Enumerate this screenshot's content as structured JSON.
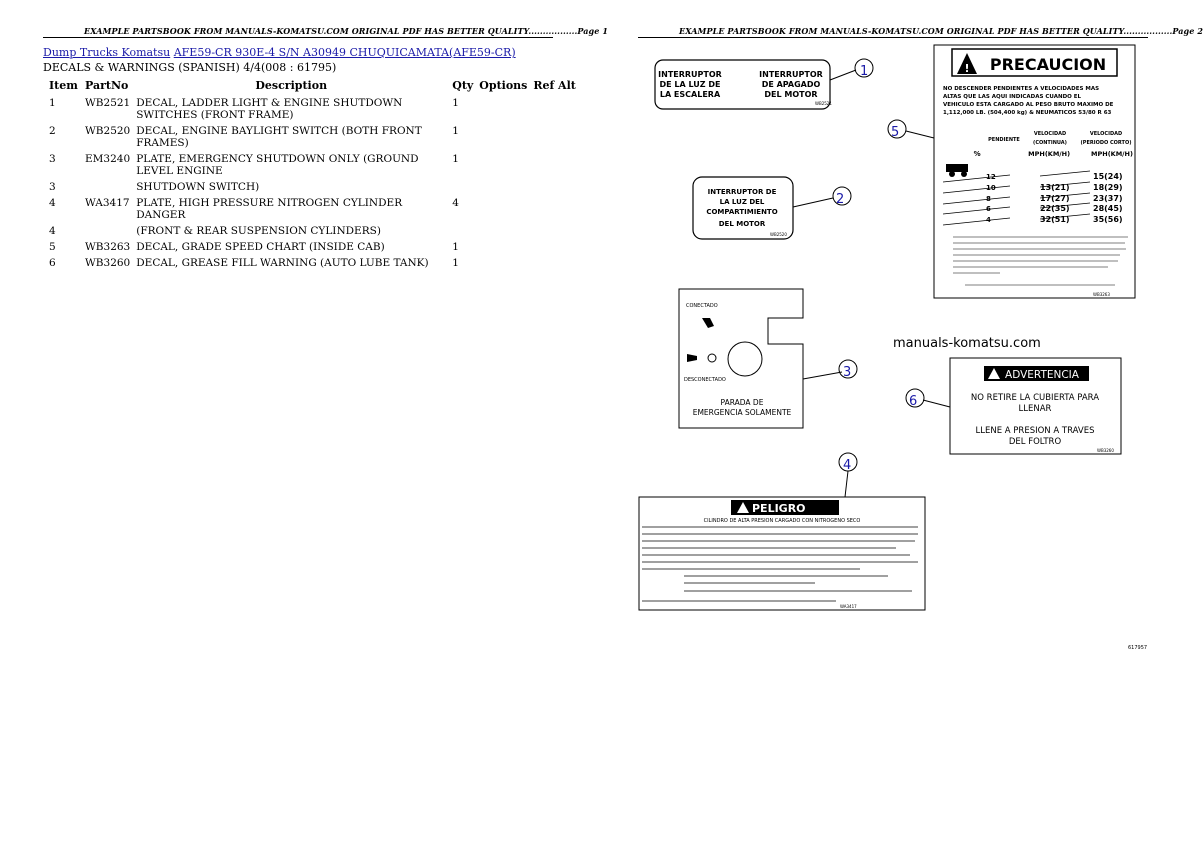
{
  "page1_header": "EXAMPLE PARTSBOOK FROM MANUALS-KOMATSU.COM ORIGINAL PDF HAS BETTER QUALITY.................Page 1",
  "page2_header": "EXAMPLE PARTSBOOK FROM MANUALS-KOMATSU.COM ORIGINAL PDF HAS BETTER QUALITY.................Page 2",
  "breadcrumb": {
    "link1": "Dump Trucks Komatsu",
    "link2": "AFE59-CR 930E-4 S/N A30949 CHUQUICAMATA(AFE59-CR)"
  },
  "subtitle": "DECALS & WARNINGS (SPANISH) 4/4(008 : 61795)",
  "table": {
    "headers": {
      "item": "Item",
      "partno": "PartNo",
      "description": "Description",
      "qty": "Qty",
      "options": "Options",
      "refalt": "Ref Alt"
    },
    "rows": [
      {
        "item": "1",
        "partno": "WB2521",
        "desc": "DECAL, LADDER LIGHT & ENGINE SHUTDOWN SWITCHES (FRONT FRAME)",
        "qty": "1"
      },
      {
        "item": "2",
        "partno": "WB2520",
        "desc": "DECAL, ENGINE BAYLIGHT SWITCH (BOTH FRONT FRAMES)",
        "qty": "1"
      },
      {
        "item": "3",
        "partno": "EM3240",
        "desc": "PLATE, EMERGENCY SHUTDOWN ONLY (GROUND LEVEL ENGINE",
        "qty": "1"
      },
      {
        "item": "3",
        "partno": "",
        "desc": "SHUTDOWN SWITCH)",
        "qty": ""
      },
      {
        "item": "4",
        "partno": "WA3417",
        "desc": "PLATE, HIGH PRESSURE NITROGEN CYLINDER DANGER",
        "qty": "4"
      },
      {
        "item": "4",
        "partno": "",
        "desc": "(FRONT & REAR SUSPENSION CYLINDERS)",
        "qty": ""
      },
      {
        "item": "5",
        "partno": "WB3263",
        "desc": "DECAL, GRADE SPEED CHART (INSIDE CAB)",
        "qty": "1"
      },
      {
        "item": "6",
        "partno": "WB3260",
        "desc": "DECAL, GREASE FILL WARNING (AUTO LUBE TANK)",
        "qty": "1"
      }
    ]
  },
  "drawing": {
    "watermark": "manuals-komatsu.com",
    "figure_number": "617957",
    "callouts": [
      "1",
      "2",
      "3",
      "4",
      "5",
      "6"
    ],
    "decal1": {
      "left": "INTERRUPTOR DE LA LUZ DE LA ESCALERA",
      "right": "INTERRUPTOR DE APAGADO DEL MOTOR",
      "code": "WB2521"
    },
    "decal2": {
      "text": "INTERRUPTOR DE LA LUZ DEL COMPARTIMIENTO DEL MOTOR",
      "code": "WB2520"
    },
    "decal3": {
      "top": "CONECTADO",
      "middle": "DESCONECTADO",
      "bottom": "PARADA DE EMERGENCIA SOLAMENTE"
    },
    "decal4": {
      "title": "PELIGRO",
      "subtitle": "CILINDRO DE ALTA PRESION CARGADO CON NITROGENO SECO",
      "code": "WA3417"
    },
    "decal5": {
      "title": "PRECAUCION",
      "intro": "NO DESCENDER PENDIENTES A VELOCIDADES MAS ALTAS QUE LAS AQUI INDICADAS CUANDO EL VEHICULO ESTA CARGADO AL PESO BRUTO MAXIMO DE 1,112,000 LB. (504,400 kg) & NEUMATICOS 53/80 R 63",
      "col1": "PENDIENTE %",
      "col2": "VELOCIDAD (CONTINUA) MPH(KM/H)",
      "col3": "VELOCIDAD (PERIODO CORTO) MPH(KM/H)",
      "rows": [
        {
          "grade": "12",
          "cont": "",
          "short": "15(24)"
        },
        {
          "grade": "10",
          "cont": "13(21)",
          "short": "18(29)"
        },
        {
          "grade": "8",
          "cont": "17(27)",
          "short": "23(37)"
        },
        {
          "grade": "6",
          "cont": "22(35)",
          "short": "28(45)"
        },
        {
          "grade": "4",
          "cont": "32(51)",
          "short": "35(56)"
        }
      ],
      "code": "WB3263"
    },
    "decal6": {
      "title": "ADVERTENCIA",
      "line1": "NO RETIRE LA CUBIERTA PARA LLENAR",
      "line2": "LLENE A PRESION A TRAVES DEL FOLTRO",
      "code": "WB3260"
    }
  }
}
